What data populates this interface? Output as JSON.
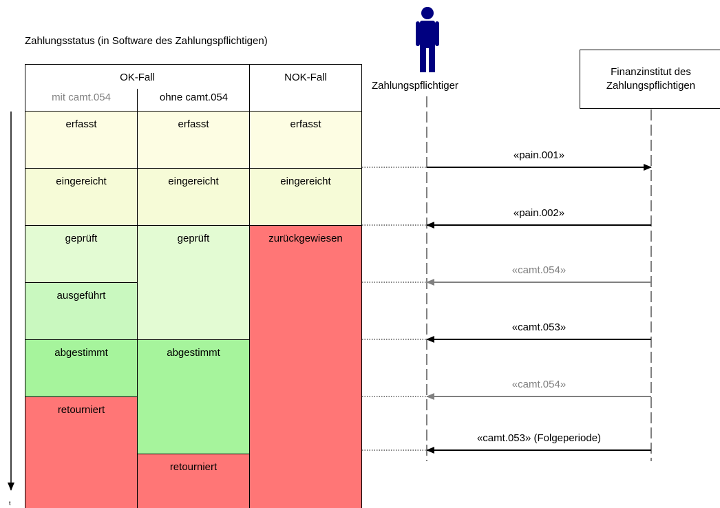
{
  "title": "Zahlungsstatus (in Software des Zahlungspflichtigen)",
  "table": {
    "ok_header": "OK-Fall",
    "nok_header": "NOK-Fall",
    "sub_with": "mit camt.054",
    "sub_without": "ohne camt.054",
    "col_with": [
      {
        "label": "erfasst",
        "color": "#fdfde3"
      },
      {
        "label": "eingereicht",
        "color": "#f6fbd7"
      },
      {
        "label": "geprüft",
        "color": "#e3fbd3"
      },
      {
        "label": "ausgeführt",
        "color": "#c9f8bf"
      },
      {
        "label": "abgestimmt",
        "color": "#a6f49c"
      },
      {
        "label": "retourniert",
        "color": "#ff7676"
      }
    ],
    "col_without": [
      {
        "label": "erfasst",
        "color": "#fdfde3"
      },
      {
        "label": "eingereicht",
        "color": "#f6fbd7"
      },
      {
        "label": "geprüft",
        "color": "#e3fbd3"
      },
      {
        "label": "abgestimmt",
        "color": "#a6f49c"
      },
      {
        "label": "retourniert",
        "color": "#ff7676"
      }
    ],
    "col_nok": [
      {
        "label": "erfasst",
        "color": "#fdfde3"
      },
      {
        "label": "eingereicht",
        "color": "#f6fbd7"
      },
      {
        "label": "zurückgewiesen",
        "color": "#ff7676"
      }
    ]
  },
  "actors": {
    "payer": "Zahlungspflichtiger",
    "bank_line1": "Finanzinstitut des",
    "bank_line2": "Zahlungspflichtigen",
    "person_color": "#000080"
  },
  "messages": [
    {
      "label": "«pain.001»",
      "direction": "to-bank",
      "color": "#000000"
    },
    {
      "label": "«pain.002»",
      "direction": "to-payer",
      "color": "#000000"
    },
    {
      "label": "«camt.054»",
      "direction": "to-payer",
      "color": "#808080"
    },
    {
      "label": "«camt.053»",
      "direction": "to-payer",
      "color": "#000000"
    },
    {
      "label": "«camt.054»",
      "direction": "to-payer",
      "color": "#808080"
    },
    {
      "label": "«camt.053» (Folgeperiode)",
      "direction": "to-payer",
      "color": "#000000"
    }
  ],
  "time_axis_label": "t",
  "sub_with_color": "#808080"
}
